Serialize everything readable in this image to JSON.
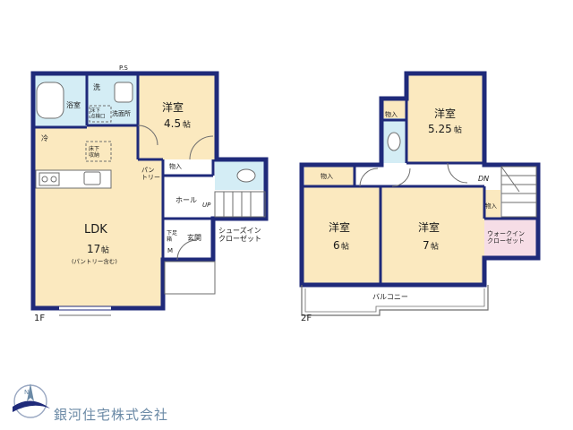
{
  "floor1": {
    "label": "1F",
    "ps": "P.S",
    "bath": "浴室",
    "wash": "洗",
    "inspection": "床下\n点検口",
    "washroom": "洗面所",
    "fridge": "冷",
    "underfloor_storage": "床下\n収納",
    "room": {
      "name": "洋室",
      "size": "4.5",
      "unit": "帖"
    },
    "storage": "物入",
    "pantry": "パン\nトリー",
    "hall": "ホール",
    "up": "UP",
    "shoebox": "下足\n箱",
    "m": "M",
    "entrance": "玄関",
    "shoe_closet": "シューズイン\nクローゼット",
    "ldk": {
      "name": "LDK",
      "size": "17",
      "unit": "帖",
      "note": "(パントリー含む)"
    }
  },
  "floor2": {
    "label": "2F",
    "dn": "DN",
    "storage_a": "物入",
    "storage_b": "物入",
    "storage_c": "物入",
    "room_a": {
      "name": "洋室",
      "size": "5.25",
      "unit": "帖"
    },
    "room_b": {
      "name": "洋室",
      "size": "6",
      "unit": "帖"
    },
    "room_c": {
      "name": "洋室",
      "size": "7",
      "unit": "帖"
    },
    "walkin": "ウォークイン\nクローゼット",
    "balcony": "バルコニー"
  },
  "brand": {
    "name": "銀河住宅株式会社"
  },
  "colors": {
    "wall": "#1f2a7a",
    "room_fill": "#fbe9bf",
    "wet_fill": "#d4edf5",
    "closet_fill": "#f6dde6",
    "floor_fill": "#ffffff",
    "line": "#6e6e6e"
  }
}
